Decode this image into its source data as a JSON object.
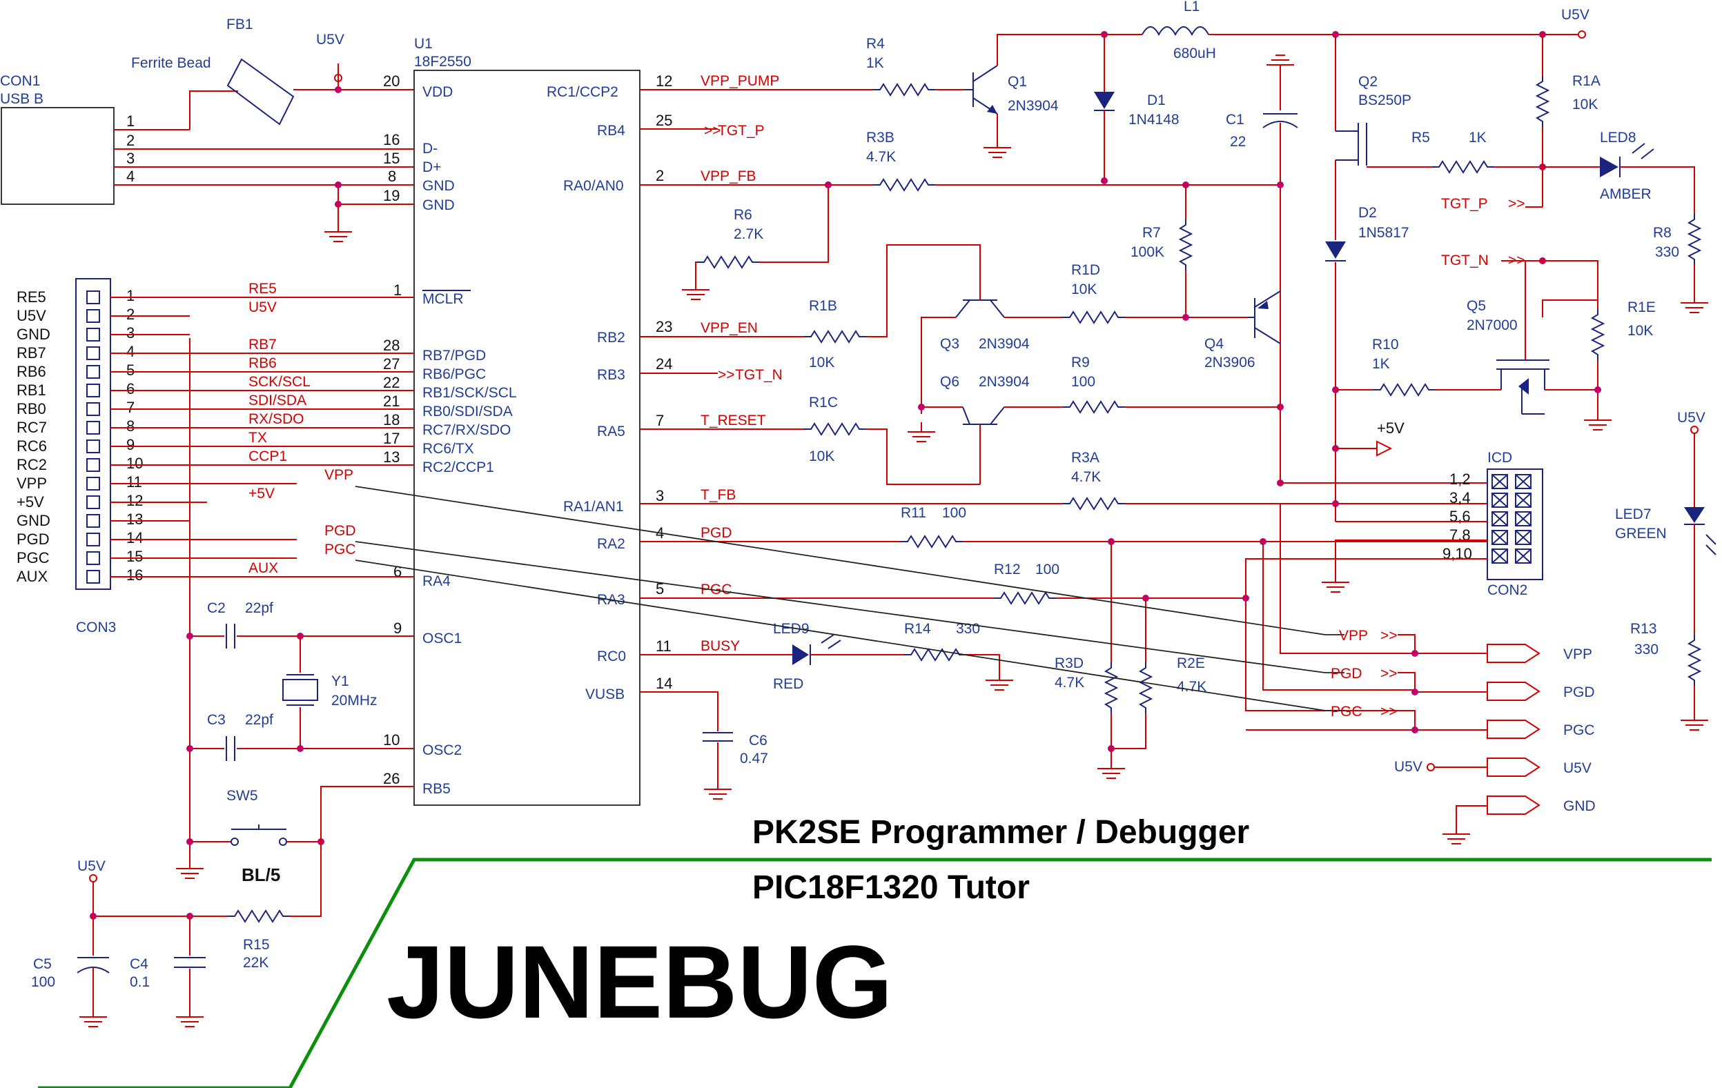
{
  "titles": {
    "programmer": "PK2SE Programmer / Debugger",
    "tutor": "PIC18F1320 Tutor",
    "name": "JUNEBUG"
  },
  "colors": {
    "wire": "#d40000",
    "component": "#1a237e",
    "junction": "#c2006a",
    "border": "#0c8f0c"
  },
  "connectors": {
    "con1": {
      "ref": "CON1",
      "type": "USB B",
      "pins": [
        "1",
        "2",
        "3",
        "4"
      ]
    },
    "con3": {
      "ref": "CON3",
      "side_labels": [
        "RE5",
        "U5V",
        "GND",
        "RB7",
        "RB6",
        "RB1",
        "RB0",
        "RC7",
        "RC6",
        "RC2",
        "VPP",
        "+5V",
        "GND",
        "PGD",
        "PGC",
        "AUX"
      ],
      "pins": [
        "1",
        "2",
        "3",
        "4",
        "5",
        "6",
        "7",
        "8",
        "9",
        "10",
        "11",
        "12",
        "13",
        "14",
        "15",
        "16"
      ],
      "nets": [
        "RE5",
        "U5V",
        "",
        "RB7",
        "RB6",
        "SCK/SCL",
        "SDI/SDA",
        "RX/SDO",
        "TX",
        "CCP1",
        "VPP",
        "+5V",
        "",
        "PGD",
        "PGC",
        "AUX"
      ]
    },
    "icd": {
      "ref": "ICD",
      "label2": "CON2",
      "pins": [
        "1,2",
        "3,4",
        "5,6",
        "7,8",
        "9,10"
      ]
    }
  },
  "mcu": {
    "ref": "U1",
    "part": "18F2550",
    "left_pins": [
      {
        "num": "20",
        "name": "VDD"
      },
      {
        "num": "16",
        "name": "D-"
      },
      {
        "num": "15",
        "name": "D+"
      },
      {
        "num": "8",
        "name": "GND"
      },
      {
        "num": "19",
        "name": "GND"
      },
      {
        "num": "1",
        "name": "MCLR"
      },
      {
        "num": "28",
        "name": "RB7/PGD"
      },
      {
        "num": "27",
        "name": "RB6/PGC"
      },
      {
        "num": "22",
        "name": "RB1/SCK/SCL"
      },
      {
        "num": "21",
        "name": "RB0/SDI/SDA"
      },
      {
        "num": "18",
        "name": "RC7/RX/SDO"
      },
      {
        "num": "17",
        "name": "RC6/TX"
      },
      {
        "num": "13",
        "name": "RC2/CCP1"
      },
      {
        "num": "6",
        "name": "RA4"
      },
      {
        "num": "9",
        "name": "OSC1"
      },
      {
        "num": "10",
        "name": "OSC2"
      },
      {
        "num": "26",
        "name": "RB5"
      }
    ],
    "right_pins": [
      {
        "num": "12",
        "name": "RC1/CCP2",
        "net": "VPP_PUMP"
      },
      {
        "num": "25",
        "name": "RB4",
        "net": "TGT_P"
      },
      {
        "num": "2",
        "name": "RA0/AN0",
        "net": "VPP_FB"
      },
      {
        "num": "23",
        "name": "RB2",
        "net": "VPP_EN"
      },
      {
        "num": "24",
        "name": "RB3",
        "net": "TGT_N"
      },
      {
        "num": "7",
        "name": "RA5",
        "net": "T_RESET"
      },
      {
        "num": "3",
        "name": "RA1/AN1",
        "net": "T_FB"
      },
      {
        "num": "4",
        "name": "RA2",
        "net": "PGD"
      },
      {
        "num": "5",
        "name": "RA3",
        "net": "PGC"
      },
      {
        "num": "11",
        "name": "RC0",
        "net": "BUSY"
      },
      {
        "num": "14",
        "name": "VUSB",
        "net": ""
      }
    ]
  },
  "power": {
    "u5v": "U5V",
    "p5v": "+5V"
  },
  "parts": {
    "fb1": {
      "ref": "FB1",
      "value": "Ferrite Bead"
    },
    "r4": {
      "ref": "R4",
      "value": "1K"
    },
    "r3b": {
      "ref": "R3B",
      "value": "4.7K"
    },
    "r6": {
      "ref": "R6",
      "value": "2.7K"
    },
    "r1b": {
      "ref": "R1B",
      "value": "10K"
    },
    "r1c": {
      "ref": "R1C",
      "value": "10K"
    },
    "r1d": {
      "ref": "R1D",
      "value": "10K"
    },
    "r7": {
      "ref": "R7",
      "value": "100K"
    },
    "r9": {
      "ref": "R9",
      "value": "100"
    },
    "r3a": {
      "ref": "R3A",
      "value": "4.7K"
    },
    "r11": {
      "ref": "R11",
      "value": "100"
    },
    "r12": {
      "ref": "R12",
      "value": "100"
    },
    "r14": {
      "ref": "R14",
      "value": "330"
    },
    "r3d": {
      "ref": "R3D",
      "value": "4.7K"
    },
    "r2e": {
      "ref": "R2E",
      "value": "4.7K"
    },
    "r5": {
      "ref": "R5",
      "value": "1K"
    },
    "r1a": {
      "ref": "R1A",
      "value": "10K"
    },
    "r8": {
      "ref": "R8",
      "value": "330"
    },
    "r1e": {
      "ref": "R1E",
      "value": "10K"
    },
    "r10": {
      "ref": "R10",
      "value": "1K"
    },
    "r13": {
      "ref": "R13",
      "value": "330"
    },
    "r15": {
      "ref": "R15",
      "value": "22K"
    },
    "l1": {
      "ref": "L1",
      "value": "680uH"
    },
    "q1": {
      "ref": "Q1",
      "value": "2N3904"
    },
    "q2": {
      "ref": "Q2",
      "value": "BS250P"
    },
    "q3": {
      "ref": "Q3",
      "value": "2N3904"
    },
    "q4": {
      "ref": "Q4",
      "value": "2N3906"
    },
    "q5": {
      "ref": "Q5",
      "value": "2N7000"
    },
    "q6": {
      "ref": "Q6",
      "value": "2N3904"
    },
    "d1": {
      "ref": "D1",
      "value": "1N4148"
    },
    "d2": {
      "ref": "D2",
      "value": "1N5817"
    },
    "c1": {
      "ref": "C1",
      "value": "22"
    },
    "c2": {
      "ref": "C2",
      "value": "22pf"
    },
    "c3": {
      "ref": "C3",
      "value": "22pf"
    },
    "c4": {
      "ref": "C4",
      "value": "0.1"
    },
    "c5": {
      "ref": "C5",
      "value": "100"
    },
    "c6": {
      "ref": "C6",
      "value": "0.47"
    },
    "y1": {
      "ref": "Y1",
      "value": "20MHz"
    },
    "sw5": {
      "ref": "SW5",
      "value": "BL/5"
    },
    "led7": {
      "ref": "LED7",
      "value": "GREEN"
    },
    "led8": {
      "ref": "LED8",
      "value": "AMBER"
    },
    "led9": {
      "ref": "LED9",
      "value": "RED"
    }
  },
  "nets": {
    "vpp_pump": "VPP_PUMP",
    "tgt_p": "TGT_P",
    "vpp_fb": "VPP_FB",
    "vpp_en": "VPP_EN",
    "tgt_n": "TGT_N",
    "t_reset": "T_RESET",
    "t_fb": "T_FB",
    "pgd": "PGD",
    "pgc": "PGC",
    "busy": "BUSY",
    "vpp": "VPP",
    "aux": "AUX"
  },
  "outputs": [
    "VPP",
    "PGD",
    "PGC",
    "U5V",
    "GND"
  ]
}
